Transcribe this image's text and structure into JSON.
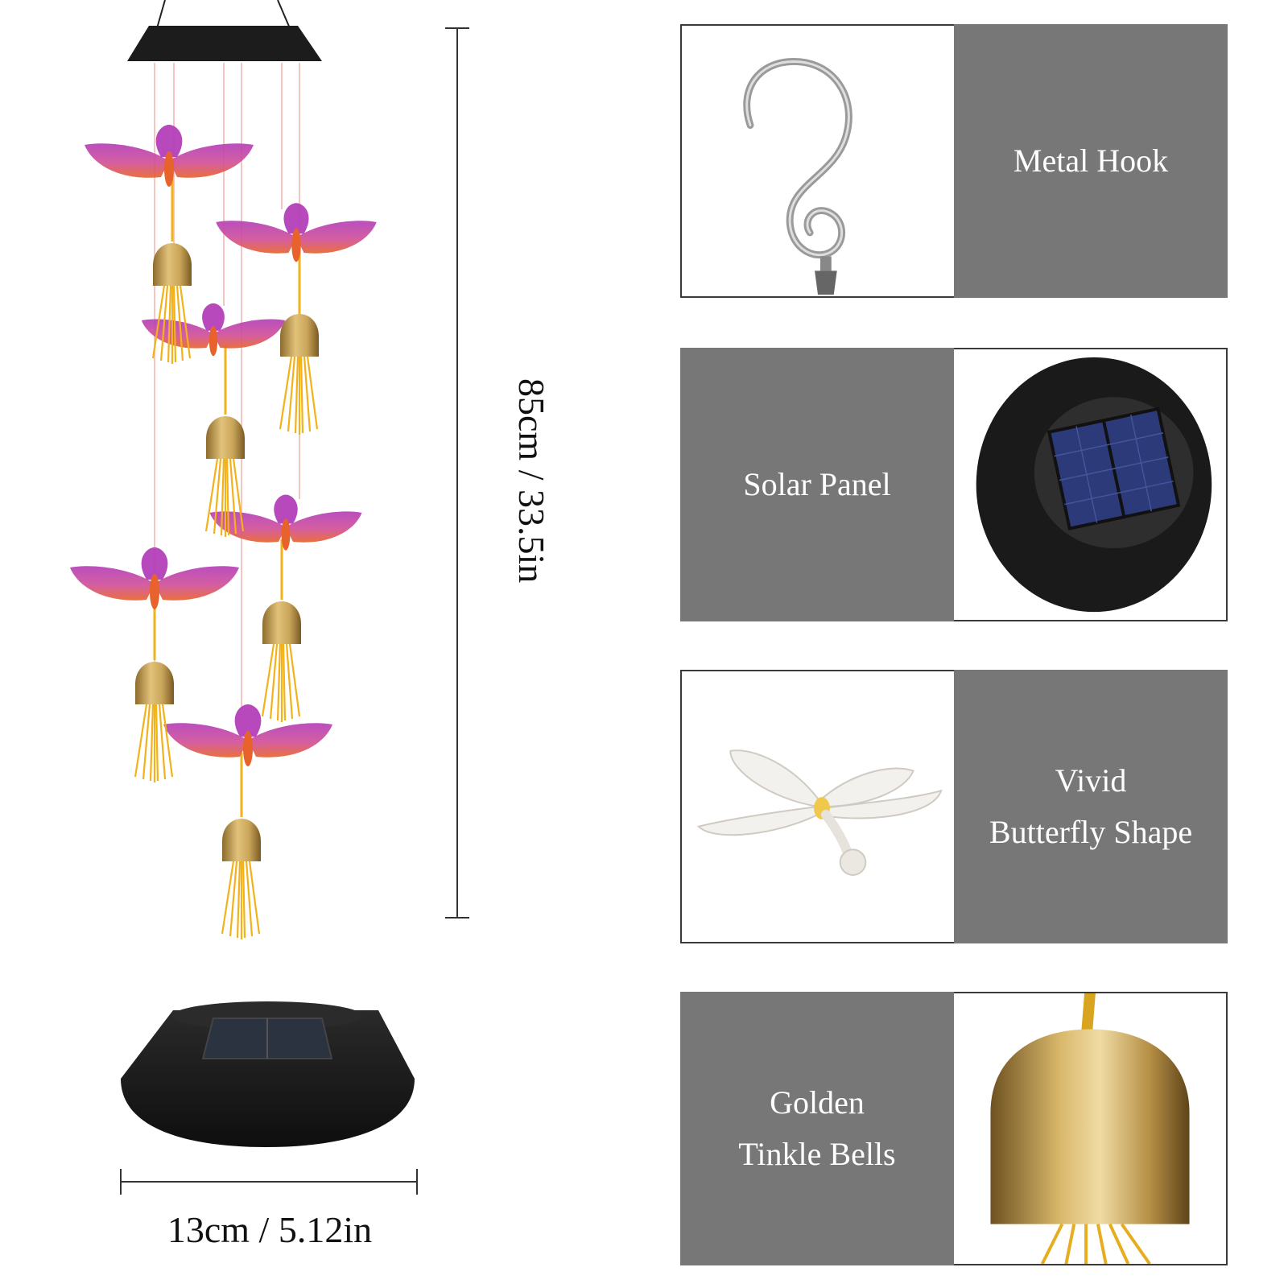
{
  "colors": {
    "card_gray": "#777777",
    "butterfly_purple": "#b43fb8",
    "butterfly_orange": "#e8632c",
    "bell_gold": "#c9a55a",
    "tassel_yellow": "#f2b21a",
    "panel_black": "#1c1c1c"
  },
  "dimensions": {
    "height_label": "85cm / 33.5in",
    "width_label": "13cm / 5.12in"
  },
  "features": [
    {
      "icon": "hook-icon",
      "lines": [
        "Metal Hook"
      ]
    },
    {
      "icon": "solar-panel-icon",
      "lines": [
        "Solar Panel"
      ]
    },
    {
      "icon": "dragonfly-icon",
      "lines": [
        "Vivid",
        "Butterfly Shape"
      ]
    },
    {
      "icon": "bell-icon",
      "lines": [
        "Golden",
        "Tinkle Bells"
      ]
    }
  ]
}
